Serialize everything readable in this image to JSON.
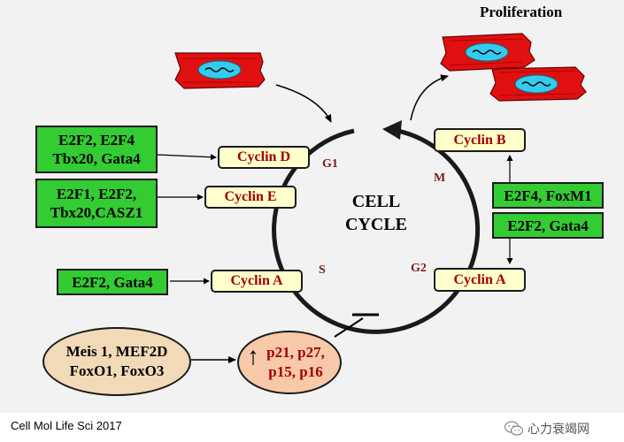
{
  "title": "Proliferation",
  "center_label": {
    "line1": "CELL",
    "line2": "CYCLE"
  },
  "phases": {
    "g1": "G1",
    "s": "S",
    "g2": "G2",
    "m": "M"
  },
  "cyclins": {
    "d": "Cyclin D",
    "e": "Cyclin E",
    "a_left": "Cyclin A",
    "a_right": "Cyclin A",
    "b": "Cyclin B"
  },
  "regulators": {
    "cyclin_d": "E2F2, E2F4\nTbx20, Gata4",
    "cyclin_e": "E2F1, E2F2,\nTbx20,CASZ1",
    "cyclin_a_left": "E2F2, Gata4",
    "cyclin_b": "E2F4, FoxM1",
    "cyclin_a_right": "E2F2, Gata4"
  },
  "inhibitors": {
    "upstream": "Meis 1, MEF2D\nFoxO1, FoxO3",
    "cki": "p21, p27,\np15, p16",
    "up_arrow": "↑"
  },
  "citation": "Cell Mol Life Sci  2017",
  "watermark": "心力衰竭网",
  "colors": {
    "green_box": "#33cc33",
    "cyclin_fill": "#ffffcc",
    "cyclin_text": "#a00000",
    "cell_red": "#e01010",
    "nucleus": "#33ccee",
    "oval_left": "#f2d9b8",
    "oval_right": "#f7c9a8"
  }
}
